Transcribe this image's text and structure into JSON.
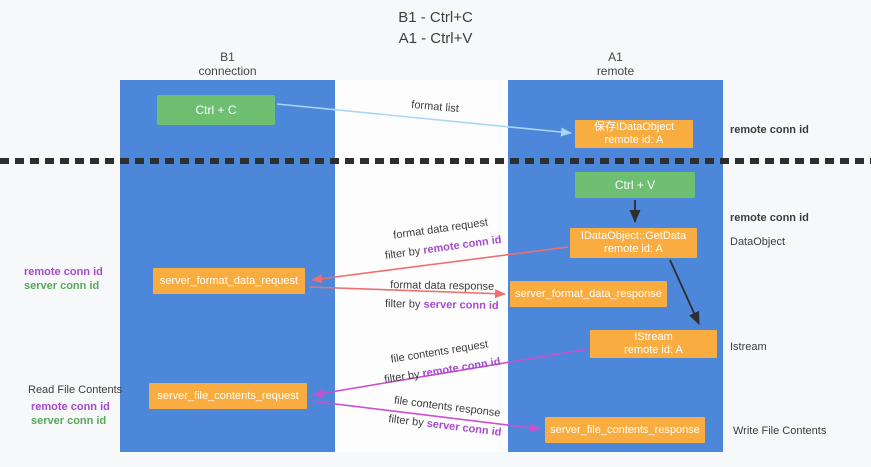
{
  "title": {
    "line1": "B1 - Ctrl+C",
    "line2": "A1 - Ctrl+V"
  },
  "lanes": {
    "left": {
      "title": "B1",
      "subtitle": "connection"
    },
    "right": {
      "title": "A1",
      "subtitle": "remote"
    }
  },
  "nodes": {
    "ctrl_c": {
      "label": "Ctrl + C"
    },
    "save_idataobject": {
      "line1": "保存IDataObject",
      "line2": "remote id: A"
    },
    "ctrl_v": {
      "label": "Ctrl + V"
    },
    "getdata": {
      "line1": "IDataObject::GetData",
      "line2": "remote id: A"
    },
    "format_request": {
      "label": "server_format_data_request"
    },
    "format_response": {
      "label": "server_format_data_response"
    },
    "istream": {
      "line1": "IStream",
      "line2": "remote id: A"
    },
    "file_request": {
      "label": "server_file_contents_request"
    },
    "file_response": {
      "label": "server_file_contents_response"
    }
  },
  "arrows": {
    "format_list": {
      "label": "format list"
    },
    "format_data_request": {
      "label": "format data request",
      "filter_prefix": "filter by ",
      "filter_id": "remote conn id"
    },
    "format_data_response": {
      "label": "format data response",
      "filter_prefix": "filter by ",
      "filter_id": "server conn id"
    },
    "file_contents_request": {
      "label": "file contents request",
      "filter_prefix": "filter by ",
      "filter_id": "remote conn id"
    },
    "file_contents_response": {
      "label": "file contents response",
      "filter_prefix": "filter by ",
      "filter_id": "server conn id"
    }
  },
  "annotations": {
    "remote_conn_id_top_right": "remote conn id",
    "remote_conn_id_mid_right": "remote conn id",
    "dataobject": "DataObject",
    "istream": "Istream",
    "write_file_contents": "Write File Contents",
    "read_file_contents": "Read File Contents",
    "left_format": {
      "remote": "remote conn id",
      "server": "server conn id"
    },
    "left_file": {
      "remote": "remote conn id",
      "server": "server conn id"
    }
  },
  "colors": {
    "page_bg": "#f7f8fa",
    "lane_blue": "#4c87d9",
    "node_green": "#6ebf71",
    "node_orange": "#f9ac3f",
    "arrow_light_blue": "#a9d6f4",
    "arrow_red": "#ee6f6f",
    "arrow_magenta": "#ca50ce",
    "arrow_black": "#2e2e2e",
    "text_purple": "#a54bcb",
    "text_green": "#57a85b"
  }
}
